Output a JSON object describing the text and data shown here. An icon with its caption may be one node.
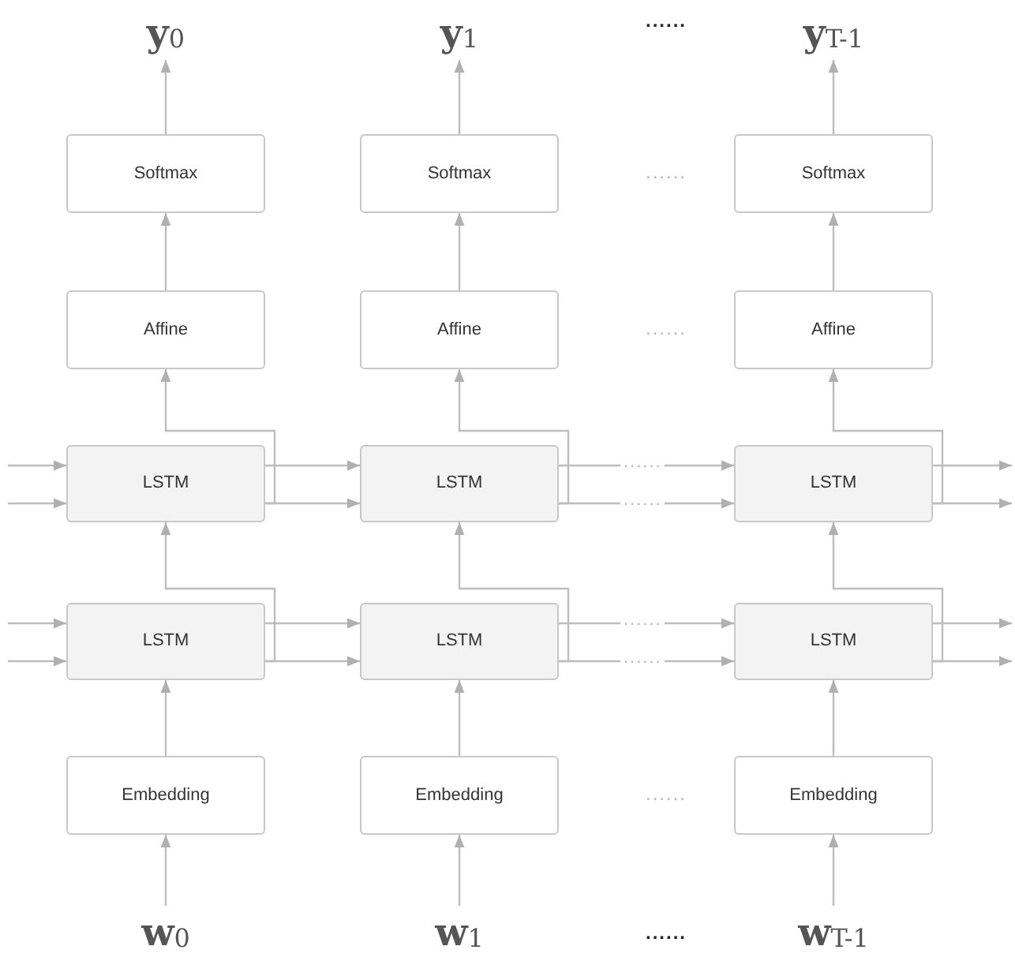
{
  "diagram": {
    "nodes": [
      {
        "text": [
          "**y**$_{0}$"
        ]
      },
      {
        "text": [
          "**y**$_{1}$"
        ]
      },
      {
        "text": [
          "**y**$_{T-1}$"
        ]
      },
      {
        "text": [
          "Softmax"
        ]
      },
      {
        "text": [
          "Softmax"
        ]
      },
      {
        "text": [
          "Softmax"
        ]
      },
      {
        "text": [
          "Affine"
        ]
      },
      {
        "text": [
          "Affine"
        ]
      },
      {
        "text": [
          "Affine"
        ]
      },
      {
        "text": [
          "LSTM"
        ]
      },
      {
        "text": [
          "LSTM"
        ]
      },
      {
        "text": [
          "LSTM"
        ]
      },
      {
        "text": [
          "LSTM"
        ]
      },
      {
        "text": [
          "LSTM"
        ]
      },
      {
        "text": [
          "LSTM"
        ]
      },
      {
        "text": [
          "Embedding"
        ]
      },
      {
        "text": [
          "Embedding"
        ]
      },
      {
        "text": [
          "Embedding"
        ]
      },
      {
        "text": [
          "**w**$_{0}$"
        ]
      },
      {
        "text": [
          "**w**$_{1}$"
        ]
      },
      {
        "text": [
          "**w**$_{T-1}$"
        ]
      }
    ],
    "edges": [
      {
        "from": 3,
        "to": 0,
        "arrow": "to"
      },
      {
        "from": 4,
        "to": 1,
        "arrow": "to"
      },
      {
        "from": 5,
        "to": 2,
        "arrow": "to"
      },
      {
        "from": 6,
        "to": 3,
        "arrow": "to"
      },
      {
        "from": 7,
        "to": 4,
        "arrow": "to"
      },
      {
        "from": 8,
        "to": 5,
        "arrow": "to"
      },
      {
        "from": 9,
        "to": 6,
        "arrow": "to"
      },
      {
        "from": 10,
        "to": 7,
        "arrow": "to"
      },
      {
        "from": 11,
        "to": 8,
        "arrow": "to"
      },
      {
        "from": 12,
        "to": 9,
        "arrow": "to"
      },
      {
        "from": 13,
        "to": 10,
        "arrow": "to"
      },
      {
        "from": 14,
        "to": 11,
        "arrow": "to"
      },
      {
        "from": 15,
        "to": 12,
        "arrow": "to"
      },
      {
        "from": 16,
        "to": 13,
        "arrow": "to"
      },
      {
        "from": 17,
        "to": 14,
        "arrow": "to"
      },
      {
        "from": 18,
        "to": 15,
        "arrow": "to"
      },
      {
        "from": 19,
        "to": 16,
        "arrow": "to"
      },
      {
        "from": 20,
        "to": 17,
        "arrow": "to"
      },
      {
        "from": null,
        "to": 9,
        "arrow": "to"
      },
      {
        "from": null,
        "to": 9,
        "arrow": "to"
      },
      {
        "from": 9,
        "to": 10,
        "arrow": "to"
      },
      {
        "from": 9,
        "to": 10,
        "arrow": "to"
      },
      {
        "from": 10,
        "to": 11,
        "arrow": "to",
        "label": "......"
      },
      {
        "from": 10,
        "to": 11,
        "arrow": "to",
        "label": "......"
      },
      {
        "from": 11,
        "to": null,
        "arrow": "to"
      },
      {
        "from": 11,
        "to": null,
        "arrow": "to"
      },
      {
        "from": null,
        "to": 12,
        "arrow": "to"
      },
      {
        "from": null,
        "to": 12,
        "arrow": "to"
      },
      {
        "from": 12,
        "to": 13,
        "arrow": "to"
      },
      {
        "from": 12,
        "to": 13,
        "arrow": "to"
      },
      {
        "from": 13,
        "to": 14,
        "arrow": "to",
        "label": "......"
      },
      {
        "from": 13,
        "to": 14,
        "arrow": "to",
        "label": "......"
      },
      {
        "from": 14,
        "to": null,
        "arrow": "to"
      },
      {
        "from": 14,
        "to": null,
        "arrow": "to"
      }
    ],
    "labels": [
      "......",
      "......",
      "......",
      "......",
      "......"
    ]
  }
}
